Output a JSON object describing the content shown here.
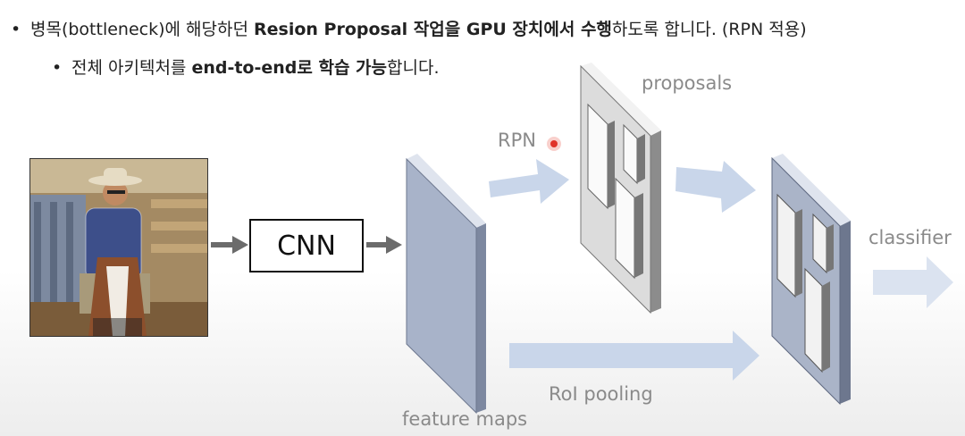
{
  "bullets": [
    {
      "level": 1,
      "parts": [
        {
          "text": "병목(bottleneck)에 해당하던 ",
          "bold": false
        },
        {
          "text": "Resion Proposal 작업을 GPU 장치에서 수행",
          "bold": true
        },
        {
          "text": "하도록 합니다. (RPN 적용)",
          "bold": false
        }
      ]
    },
    {
      "level": 2,
      "parts": [
        {
          "text": "전체 아키텍처를 ",
          "bold": false
        },
        {
          "text": "end-to-end로 학습 가능",
          "bold": true
        },
        {
          "text": "합니다.",
          "bold": false
        }
      ]
    }
  ],
  "diagram": {
    "cnn_label": "CNN",
    "feature_maps_label": "feature maps",
    "rpn_label": "RPN",
    "proposals_label": "proposals",
    "roi_pooling_label": "RoI pooling",
    "classifier_label": "classifier"
  },
  "colors": {
    "arrow_blue": "#c9d6ea",
    "arrow_gray": "#6b6b6b",
    "feature_map": "#a8b3c9",
    "label_gray": "#8a8a8a",
    "pointer_red": "#e0342a"
  }
}
